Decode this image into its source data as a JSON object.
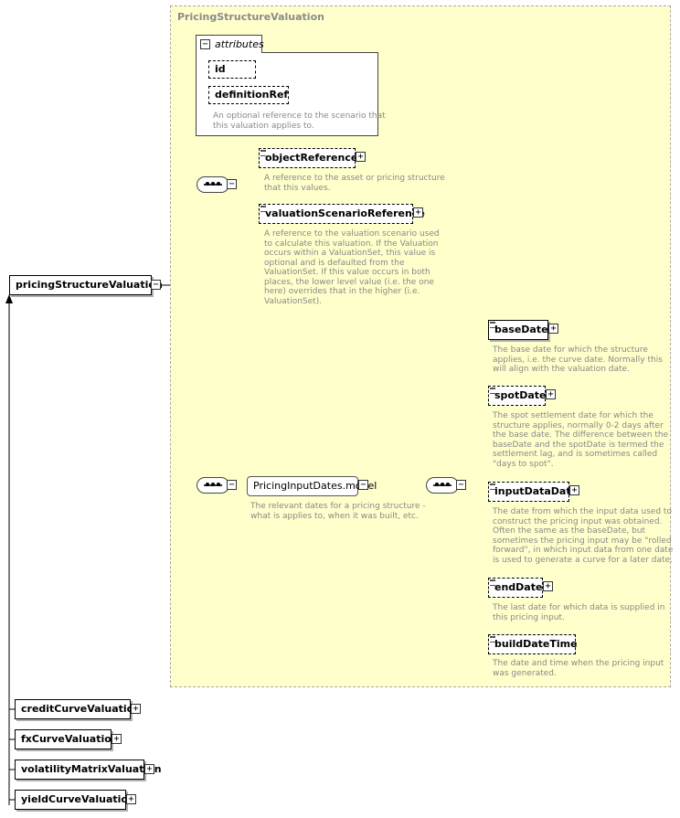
{
  "group": {
    "title": "PricingStructureValuation"
  },
  "attributes": {
    "tab_label": "attributes",
    "items": [
      "id",
      "definitionRef"
    ],
    "doc": [
      "An optional reference to the scenario that",
      "this valuation applies to."
    ]
  },
  "root": {
    "label": "pricingStructureValuation"
  },
  "sequence1": {
    "objectReference": {
      "label": "objectReference",
      "doc": [
        "A reference to the asset or pricing structure",
        "that this values."
      ]
    },
    "valuationScenarioReference": {
      "label": "valuationScenarioReference",
      "doc": [
        "A reference to the valuation scenario used",
        "to calculate this valuation. If the Valuation",
        "occurs within a ValuationSet, this value is",
        "optional and is defaulted from the",
        "ValuationSet. If this value occurs in both",
        "places, the lower level value (i.e. the one",
        "here) overrides that in the higher (i.e.",
        "ValuationSet)."
      ]
    }
  },
  "model": {
    "label": "PricingInputDates.model",
    "doc": [
      "The relevant dates for a pricing structure -",
      "what is applies to, when it was built, etc."
    ]
  },
  "dates": [
    {
      "label": "baseDate",
      "doc": [
        "The base date for which the structure",
        "applies, i.e. the curve date. Normally this",
        "will align with the valuation date."
      ]
    },
    {
      "label": "spotDate",
      "doc": [
        "The spot settlement date for which the",
        "structure applies, normally 0-2 days after",
        "the base date. The difference between the",
        "baseDate and the spotDate is termed the",
        "settlement lag, and is sometimes called",
        "\"days to spot\"."
      ]
    },
    {
      "label": "inputDataDate",
      "doc": [
        "The date from which the input data used to",
        "construct the pricing input was obtained.",
        "Often the same as the baseDate, but",
        "sometimes the pricing input may be \"rolled",
        "forward\", in which input data from one date",
        "is used to generate a curve for a later date."
      ]
    },
    {
      "label": "endDate",
      "doc": [
        "The last date for which data is supplied in",
        "this pricing input."
      ]
    },
    {
      "label": "buildDateTime",
      "doc": [
        "The date and time when the pricing input",
        "was generated."
      ]
    }
  ],
  "subtypes": [
    "creditCurveValuation",
    "fxCurveValuation",
    "volatilityMatrixValuation",
    "yieldCurveValuation"
  ]
}
